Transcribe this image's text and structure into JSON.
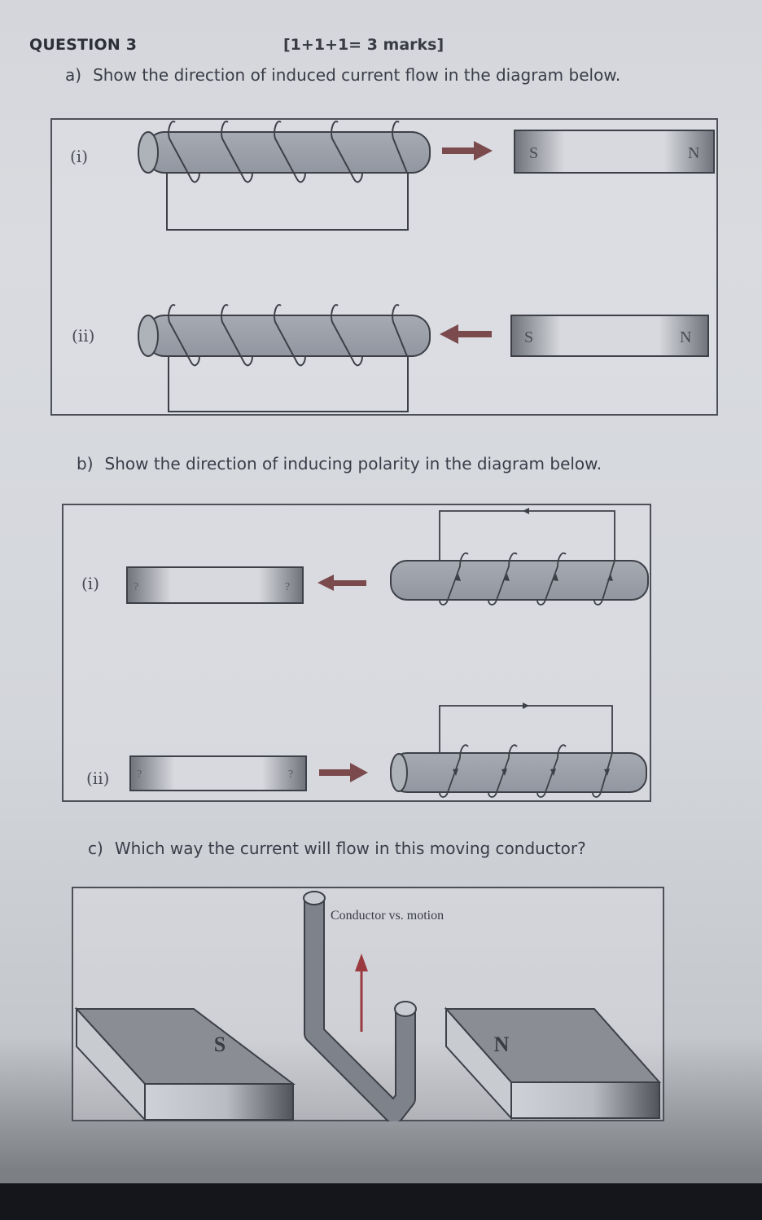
{
  "header": {
    "title": "QUESTION 3",
    "marks": "[1+1+1= 3 marks]"
  },
  "part_a": {
    "label": "a)",
    "prompt": "Show the direction of induced current flow in the diagram below.",
    "diagrams": [
      {
        "roman": "(i)",
        "magnet_left_pole": "S",
        "magnet_right_pole": "N",
        "arrow_direction": "right"
      },
      {
        "roman": "(ii)",
        "magnet_left_pole": "S",
        "magnet_right_pole": "N",
        "arrow_direction": "left"
      }
    ]
  },
  "part_b": {
    "label": "b)",
    "prompt": "Show the direction of inducing polarity in the diagram below.",
    "diagrams": [
      {
        "roman": "(i)",
        "magnet_left_pole": "?",
        "magnet_right_pole": "?",
        "arrow_direction": "left",
        "circuit_current": "left"
      },
      {
        "roman": "(ii)",
        "magnet_left_pole": "?",
        "magnet_right_pole": "?",
        "arrow_direction": "right",
        "circuit_current": "right"
      }
    ]
  },
  "part_c": {
    "label": "c)",
    "prompt": "Which way the current will flow in this moving conductor?",
    "diagram": {
      "caption": "Conductor vs. motion",
      "left_magnet_pole": "S",
      "right_magnet_pole": "N",
      "motion_direction": "up"
    }
  },
  "colors": {
    "arrow": "#7a4a4c",
    "motion_arrow": "#9a3a3e",
    "rod_fill": "#9ea2aa",
    "line": "#3e4048"
  }
}
